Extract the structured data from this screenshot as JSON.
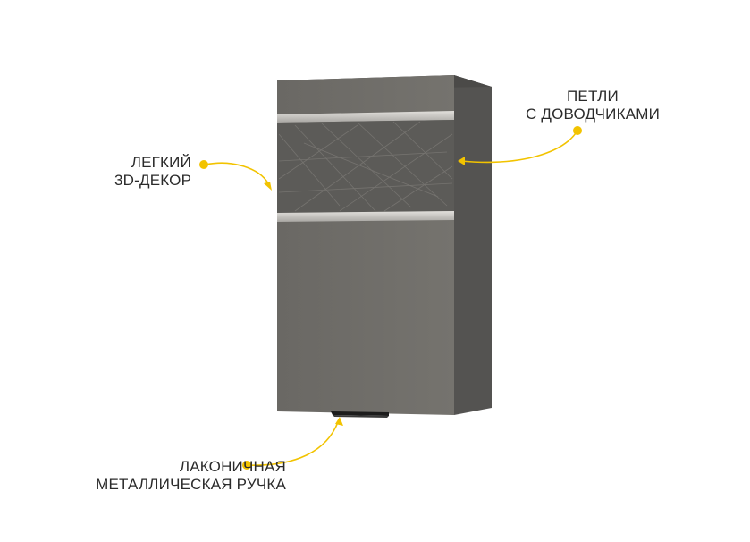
{
  "colors": {
    "accent": "#f2c300",
    "cabinet_front": "#6e6c67",
    "cabinet_side": "#545351",
    "decor_panel": "#5d5c59",
    "trim": "#c8c6c2",
    "handle": "#1c1c1c",
    "label_text": "#2b2b2b"
  },
  "callouts": {
    "decor": {
      "line1": "ЛЕГКИЙ",
      "line2": "3D-ДЕКОР"
    },
    "hinges": {
      "line1": "ПЕТЛИ",
      "line2": "С ДОВОДЧИКАМИ"
    },
    "handle": {
      "line1": "ЛАКОНИЧНАЯ",
      "line2": "МЕТАЛЛИЧЕСКАЯ РУЧКА"
    }
  }
}
